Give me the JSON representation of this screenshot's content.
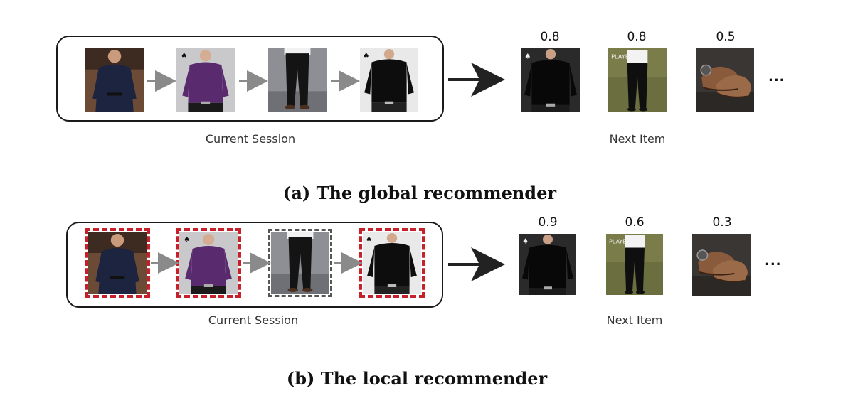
{
  "panel_a": {
    "session_label": "Current Session",
    "next_label": "Next Item",
    "scores": [
      "0.8",
      "0.8",
      "0.5"
    ],
    "ellipsis": "...",
    "caption": "(a) The global recommender"
  },
  "panel_b": {
    "session_label": "Current Session",
    "next_label": "Next Item",
    "scores": [
      "0.9",
      "0.6",
      "0.3"
    ],
    "ellipsis": "...",
    "caption": "(b) The local recommender"
  },
  "items": {
    "session": [
      "navy-shirt-man",
      "purple-shirt-man",
      "black-pants-legs",
      "black-shirt-man"
    ],
    "next": [
      "black-shirt-man",
      "black-pants-man",
      "brown-leather-shoes"
    ]
  },
  "colors": {
    "highlight_red": "#c8202a",
    "highlight_gray": "#555555",
    "box_border": "#1a1a1a",
    "arrow": "#8a8a8a"
  }
}
